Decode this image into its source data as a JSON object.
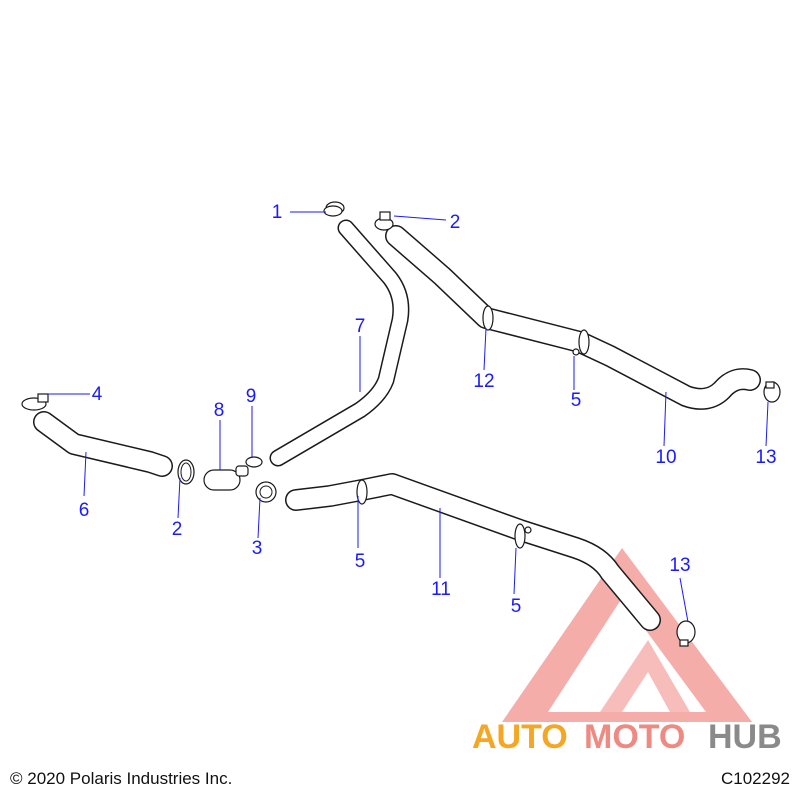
{
  "callouts": {
    "c1": "1",
    "c2a": "2",
    "c2b": "2",
    "c3": "3",
    "c4": "4",
    "c5a": "5",
    "c5b": "5",
    "c5c": "5",
    "c6": "6",
    "c7": "7",
    "c8": "8",
    "c9": "9",
    "c10": "10",
    "c11": "11",
    "c12": "12",
    "c13a": "13",
    "c13b": "13"
  },
  "footer": {
    "copyright": "© 2020 Polaris Industries Inc.",
    "code": "C102292"
  },
  "watermark": {
    "part1": "AUTO",
    "part2": "MOTO",
    "part3": "HUB"
  },
  "colors": {
    "callout": "#1a1aff",
    "watermark_triangle": "#ef7f78",
    "watermark_auto": "#f5a623",
    "watermark_hub": "#8a8a8a"
  }
}
